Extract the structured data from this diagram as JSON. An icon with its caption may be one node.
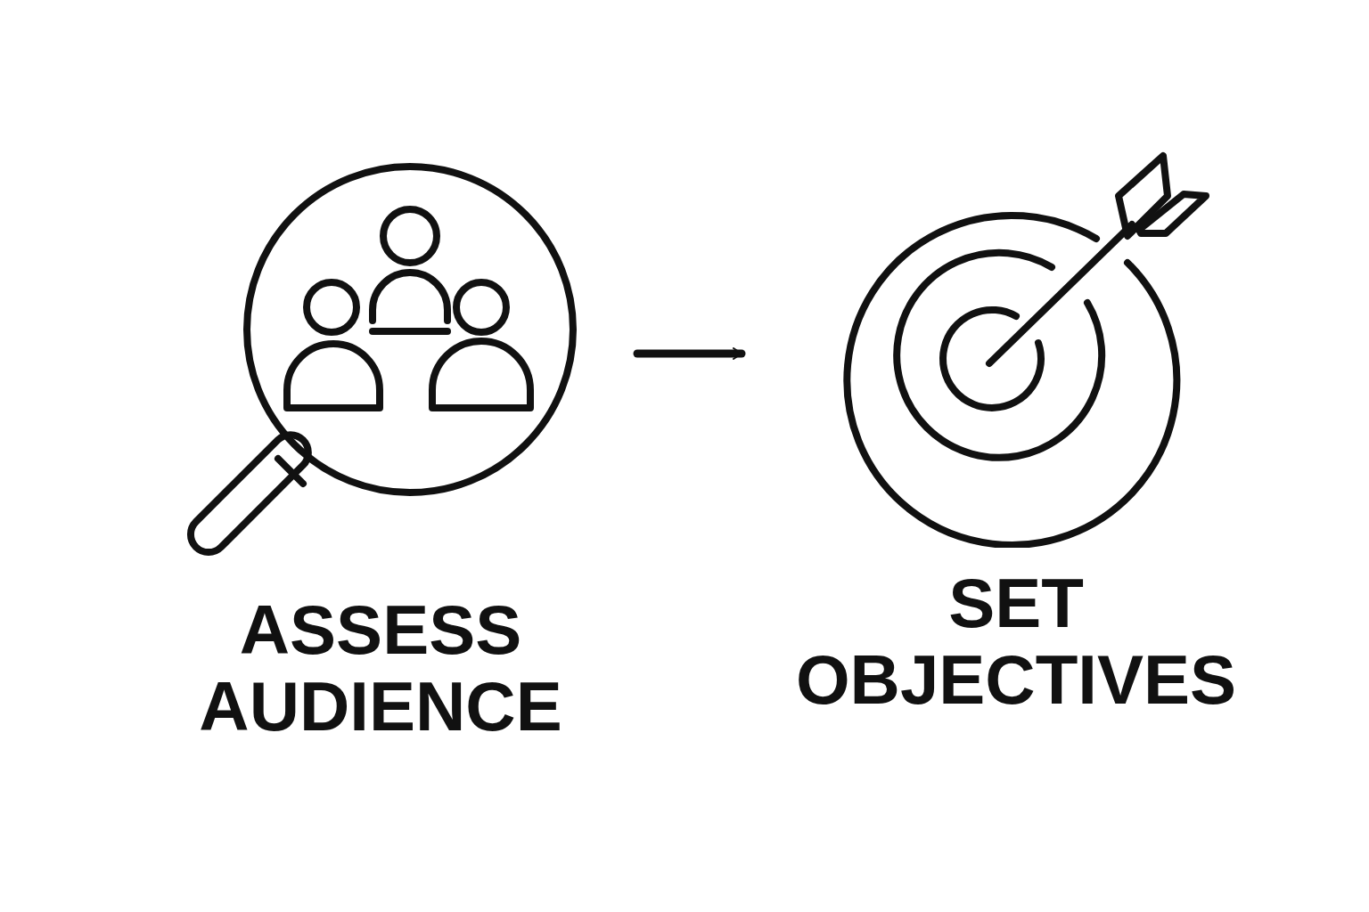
{
  "diagram": {
    "nodes": [
      {
        "text": [
          "ASSESS AUDIENCE"
        ]
      },
      {
        "text": [
          "SET OBJECTIVES"
        ]
      }
    ],
    "edges": [
      {
        "from": 0,
        "to": 1,
        "arrow": "to"
      }
    ]
  }
}
